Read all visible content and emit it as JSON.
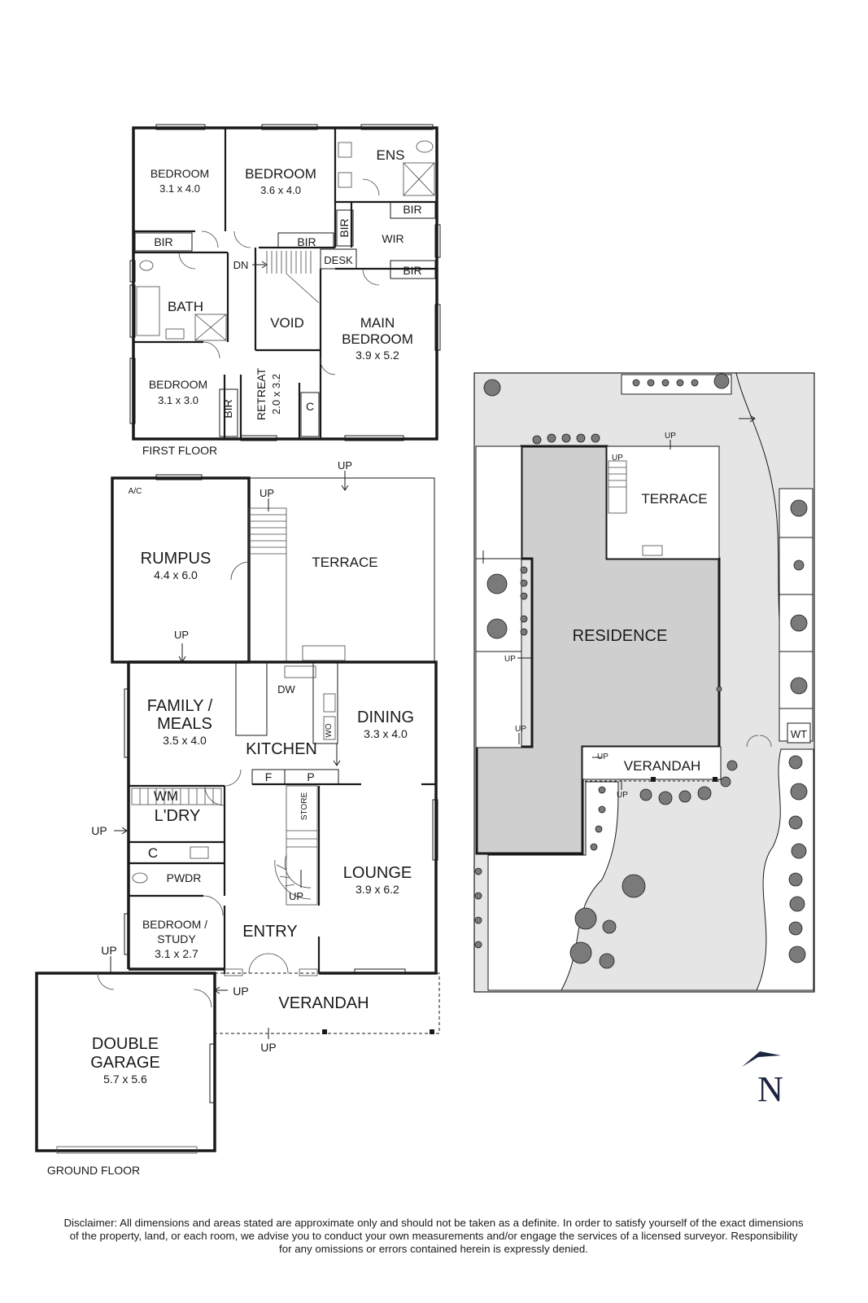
{
  "first_floor": {
    "title": "FIRST FLOOR",
    "rooms": {
      "bedroom_a": {
        "name": "BEDROOM",
        "dim": "3.1 x 4.0"
      },
      "bedroom_b": {
        "name": "BEDROOM",
        "dim": "3.6 x 4.0"
      },
      "ens": "ENS",
      "bir_ens": "BIR",
      "bir_left": "BIR",
      "bir_mid": "BIR",
      "bir_vert": "BIR",
      "wir": "WIR",
      "desk": "DESK",
      "bir_main": "BIR",
      "dn": "DN",
      "bath": "BATH",
      "void": "VOID",
      "main_bedroom": {
        "name1": "MAIN",
        "name2": "BEDROOM",
        "dim": "3.9 x 5.2"
      },
      "bedroom_c": {
        "name": "BEDROOM",
        "dim": "3.1 x 3.0"
      },
      "bir_c": "BIR",
      "retreat": {
        "name": "RETREAT",
        "dim": "2.0 x 3.2"
      },
      "c": "C"
    }
  },
  "ground_floor": {
    "title": "GROUND FLOOR",
    "rooms": {
      "ac": "A/C",
      "up_stair": "UP",
      "up_top": "UP",
      "rumpus": {
        "name": "RUMPUS",
        "dim": "4.4 x 6.0"
      },
      "terrace": "TERRACE",
      "up_rumpus": "UP",
      "family": {
        "name1": "FAMILY /",
        "name2": "MEALS",
        "dim": "3.5 x 4.0"
      },
      "dw": "DW",
      "wo": "WO",
      "dining": {
        "name": "DINING",
        "dim": "3.3 x 4.0"
      },
      "kitchen": "KITCHEN",
      "f": "F",
      "p": "P",
      "wm": "WM",
      "laundry": "L'DRY",
      "store": "STORE",
      "up_laundry": "UP",
      "c": "C",
      "pwdr": "PWDR",
      "lounge": {
        "name": "LOUNGE",
        "dim": "3.9 x 6.2"
      },
      "up_entry": "UP",
      "bedroom_study": {
        "name1": "BEDROOM /",
        "name2": "STUDY",
        "dim": "3.1 x 2.7"
      },
      "entry": "ENTRY",
      "up_garage": "UP",
      "up_verandah_side": "UP",
      "verandah": "VERANDAH",
      "up_verandah": "UP",
      "garage": {
        "name1": "DOUBLE",
        "name2": "GARAGE",
        "dim": "5.7 x 5.6"
      }
    }
  },
  "site_plan": {
    "up_terrace_stair": "UP",
    "up_terrace": "UP",
    "terrace": "TERRACE",
    "residence": "RESIDENCE",
    "up_side1": "UP",
    "up_side2": "UP",
    "up_verandah1": "UP",
    "verandah": "VERANDAH",
    "up_verandah2": "UP",
    "wt": "WT"
  },
  "compass": "N",
  "disclaimer": {
    "line1": "Disclaimer: All dimensions and areas stated are approximate only and should not be taken as a definite. In order to satisfy yourself of the exact dimensions",
    "line2": "of the property, land, or each room, we advise you to conduct your own measurements and/or engage the services of a licensed surveyor. Responsibility",
    "line3": "for any omissions or errors contained herein is expressly denied."
  }
}
